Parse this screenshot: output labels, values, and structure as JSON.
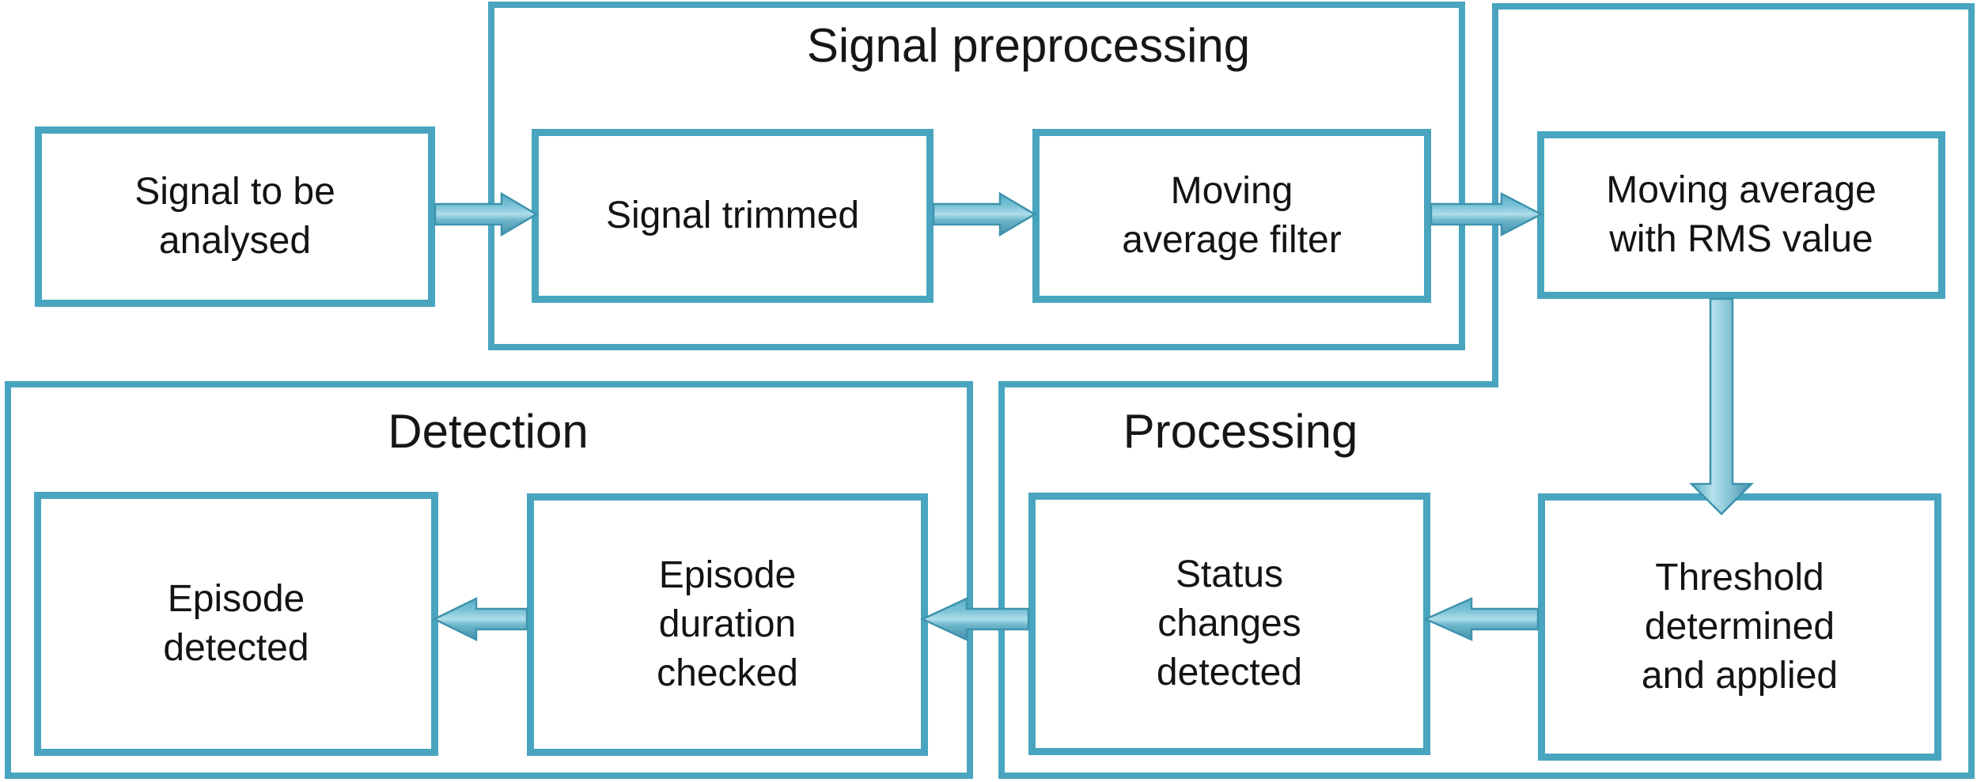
{
  "theme": {
    "accent_teal": "#49A5BF",
    "arrow_fill": "#57ADC6",
    "arrow_highlight": "#AFDEEA",
    "arrow_shadow": "#4491AB",
    "arrow_outline": "#3E93AD",
    "background": "#FFFFFF",
    "text_color": "#131313"
  },
  "diagram": {
    "groups": [
      {
        "id": "signal-preprocessing",
        "title": "Signal preprocessing"
      },
      {
        "id": "detection",
        "title": "Detection"
      },
      {
        "id": "processing",
        "title": "Processing"
      }
    ],
    "nodes": [
      {
        "id": "signal-to-be-analysed",
        "label": "Signal to be\nanalysed"
      },
      {
        "id": "signal-trimmed",
        "label": "Signal trimmed"
      },
      {
        "id": "moving-average-filter",
        "label": "Moving\naverage filter"
      },
      {
        "id": "moving-average-rms",
        "label": "Moving average\nwith RMS value"
      },
      {
        "id": "threshold-determined",
        "label": "Threshold\ndetermined\nand applied"
      },
      {
        "id": "status-changes-detected",
        "label": "Status\nchanges\ndetected"
      },
      {
        "id": "episode-duration-checked",
        "label": "Episode\nduration\nchecked"
      },
      {
        "id": "episode-detected",
        "label": "Episode\ndetected"
      }
    ],
    "edges": [
      {
        "from": "signal-to-be-analysed",
        "to": "signal-trimmed",
        "direction": "right"
      },
      {
        "from": "signal-trimmed",
        "to": "moving-average-filter",
        "direction": "right"
      },
      {
        "from": "moving-average-filter",
        "to": "moving-average-rms",
        "direction": "right"
      },
      {
        "from": "moving-average-rms",
        "to": "threshold-determined",
        "direction": "down"
      },
      {
        "from": "threshold-determined",
        "to": "status-changes-detected",
        "direction": "left"
      },
      {
        "from": "status-changes-detected",
        "to": "episode-duration-checked",
        "direction": "left"
      },
      {
        "from": "episode-duration-checked",
        "to": "episode-detected",
        "direction": "left"
      }
    ]
  }
}
